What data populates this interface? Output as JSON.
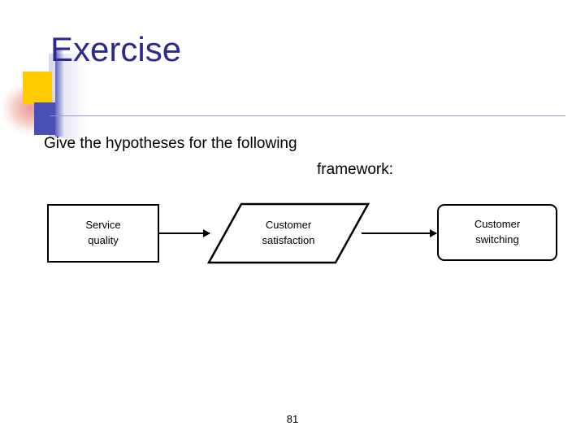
{
  "slide": {
    "title": "Exercise",
    "body": {
      "line1": "Give the hypotheses for the following",
      "line2": "framework:"
    },
    "page_number": "81",
    "colors": {
      "title": "#2b2b8f",
      "rule": "#9a9ac8",
      "accent_yellow": "#ffcc00",
      "accent_blue": "#4a4fb5",
      "accent_pink": "#ec9696",
      "outline": "#000000"
    }
  },
  "diagram": {
    "type": "flowchart",
    "nodes": [
      {
        "id": "service-quality",
        "shape": "rectangle",
        "label": "Service\nquality"
      },
      {
        "id": "customer-satisfaction",
        "shape": "parallelogram",
        "label": "Customer\nsatisfaction"
      },
      {
        "id": "customer-switching",
        "shape": "rounded-rectangle",
        "label": "Customer\nswitching"
      }
    ],
    "connectors": [
      {
        "id": "arrow-service-to-satisfaction",
        "from": "service-quality",
        "to": "customer-satisfaction",
        "style": "arrow-right"
      },
      {
        "id": "arrow-satisfaction-to-switching",
        "from": "customer-satisfaction",
        "to": "customer-switching",
        "style": "arrow-right"
      }
    ]
  }
}
